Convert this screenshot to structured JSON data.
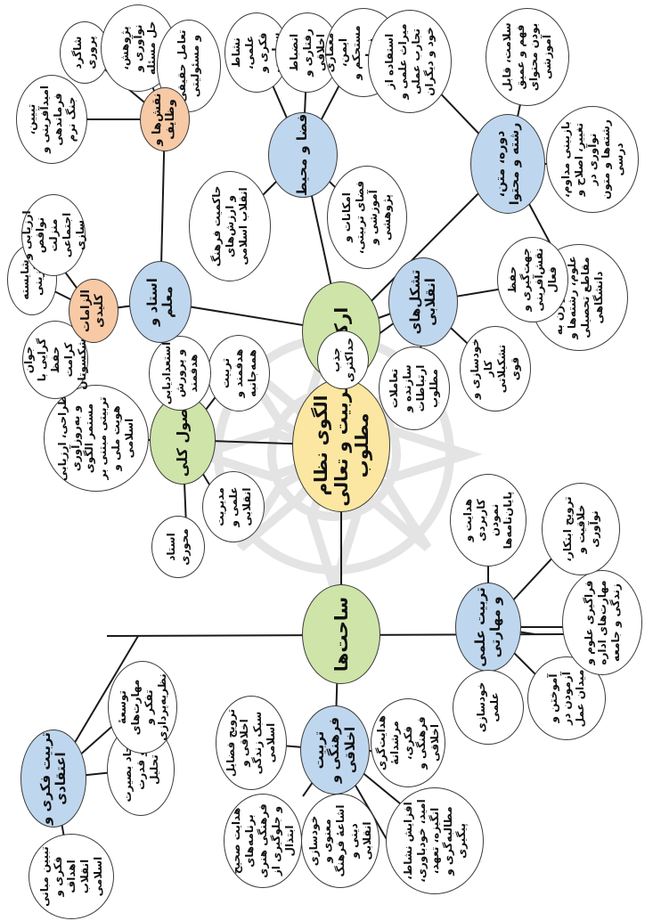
{
  "colors": {
    "center": "#fbe7a1",
    "hub": "#cfe4a8",
    "category": "#bfd7ee",
    "category_alt": "#cfe4a8",
    "orange": "#f7c9a5",
    "leaf": "#ffffff",
    "line": "#1a1a1a",
    "watermark": "#d9d9d9"
  },
  "center": {
    "label": "الگوی نظام تربیت و تعالی مطلوب"
  },
  "hubs": {
    "arenas": "ساحت‌ها",
    "pillars": "ارکان",
    "principles": "اصول کلی"
  },
  "arenas": {
    "ideological": {
      "label": "تربیت فکری و اعتقادی",
      "leaves": [
        "تبیین مبانی فکری و اهداف انقلاب اسلامی",
        "ایجاد بصیرت و قدرت تحلیل",
        "توسعهٔ مهارت‌های تفکر و نظریه‌پردازی"
      ]
    },
    "cultural": {
      "label": "تربیت فرهنگی و اخلاقی",
      "leaves": [
        "ترویج فضایل اخلاقی و سبک زندگی اسلامی",
        "هدایت صحیح برنامه‌های فرهنگی هنری و جلوگیری از ابتذال",
        "خودسازی معنوی و اشاعهٔ فرهنگ دینی و انقلابی",
        "افزایش نشاط، امید، خودباوری، انگیزه، تعهد، مطالبه‌گری و پیگیری",
        "هدایت‌گری مرشدانهٔ فکری، فرهنگی و اخلاقی"
      ]
    },
    "scientific": {
      "label": "تربیت علمی و مهارتی",
      "leaves": [
        "خودسازی علمی",
        "آموختن و آزمودن در میدان عمل",
        "فراگیری علوم و مهارت‌های اداره زندگی و جامعه",
        "ترویج ابتکار، خلاقیت و نوآوری",
        "هدایت و کاربردی نمودن پایان‌نامه‌ها"
      ]
    }
  },
  "principles_leaves": [
    "استاد محوری",
    "مدیریت علمی و انقلابی",
    "طراحی، ارزیابی و به‌روزآوری مستمر الگوی تربیتی مبتنی بر هویت ملی و اسلامی",
    "تربیت هدفمند و همه‌جانبه",
    "استعدادیابی و پرورش هدفمند"
  ],
  "pillars": {
    "teacher": {
      "label": "استاد و معلم"
    },
    "orange_obligations": {
      "label": "الزامات کلیدی",
      "leaves": [
        "جوان گرایی با حفظ کرامت پیشکسوتان",
        "شایسته گزینی",
        "ارزیابی و نواقص منزلت اجتماعی سازی"
      ]
    },
    "orange_roles": {
      "label": "نقش‌ها و وظایف",
      "leaves": [
        "تبیین، امیدآفرینی و فرماندهی جنگ نرم",
        "شاگرد پروری",
        "پژوهش، نوآوری و حل مسئله",
        "تعامل حقیقی و مسئولیتی"
      ]
    },
    "environment": {
      "label": "فضا و محیط",
      "leaves": [
        "حاکمیت فرهنگ و ارزش‌های انقلاب اسلامی",
        "امکانات و فضای تربیتی، آموزشی و پژوهشی",
        "نشاط علمی، فکری و سیاسی",
        "انضباط رفتاری و اخلاقی",
        "معماری ایمن، مستحکم و زیبای اسلامی ایرانی"
      ]
    },
    "curriculum": {
      "label": "دوره، متن، رشته و محتوا",
      "leaves": [
        "نگاه متوازن به علوم، رشته‌ها و مقاطع تحصیلی دانشگاهی",
        "بازبینی مداوم، تغییر، اصلاح و نوآوری در رشته‌ها و متون درسی",
        "استفاده از میراث علمی و تجارب عملی خود و دیگران",
        "سلامت، قابل فهم و عمیق بودن محتوای آموزشی"
      ]
    },
    "revolutionary": {
      "label": "تشکل‌های انقلابی",
      "leaves": [
        "جذب حداکثری",
        "تعاملات سازنده و ارتباطات مطلوب",
        "خودسازی و کار تشکیلاتی قوی",
        "حفظ جهت‌گیری و نقش‌آفرینی فعال"
      ]
    }
  }
}
